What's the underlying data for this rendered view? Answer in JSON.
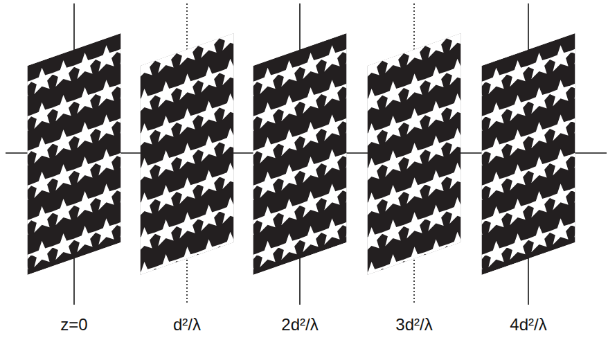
{
  "diagram": {
    "labels": [
      "z=0",
      "d²/λ",
      "2d²/λ",
      "3d²/λ",
      "4d²/λ"
    ]
  }
}
